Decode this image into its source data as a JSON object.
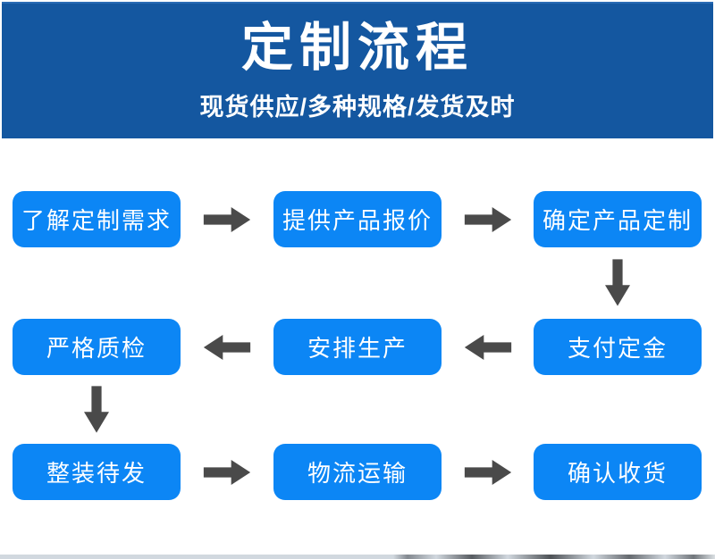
{
  "theme": {
    "header_bg": "#1457A0",
    "box_bg": "#0C86F5",
    "arrow_color": "#4A4A4A",
    "text_on_blue": "#FFFFFF",
    "page_bg": "#FFFFFF"
  },
  "header": {
    "title": "定制流程",
    "subtitle": "现货供应/多种规格/发货及时"
  },
  "flow": {
    "steps": [
      {
        "order": 1,
        "label": "了解定制需求"
      },
      {
        "order": 2,
        "label": "提供产品报价"
      },
      {
        "order": 3,
        "label": "确定产品定制"
      },
      {
        "order": 4,
        "label": "支付定金"
      },
      {
        "order": 5,
        "label": "安排生产"
      },
      {
        "order": 6,
        "label": "严格质检"
      },
      {
        "order": 7,
        "label": "整装待发"
      },
      {
        "order": 8,
        "label": "物流运输"
      },
      {
        "order": 9,
        "label": "确认收货"
      }
    ]
  }
}
